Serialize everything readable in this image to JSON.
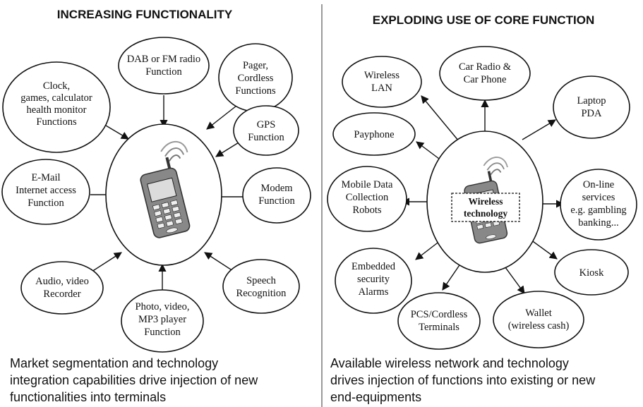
{
  "left_panel": {
    "heading": "INCREASING  FUNCTIONALITY",
    "caption": [
      "Market segmentation and technology",
      "integration capabilities drive injection of new",
      "functionalities into terminals"
    ],
    "bubbles": [
      {
        "id": "clock",
        "lines": [
          "Clock,",
          "games, calculator",
          "health monitor",
          "Functions"
        ]
      },
      {
        "id": "dab",
        "lines": [
          "DAB or FM radio",
          "Function"
        ]
      },
      {
        "id": "pager",
        "lines": [
          "Pager,",
          "Cordless",
          "Functions"
        ]
      },
      {
        "id": "gps",
        "lines": [
          "GPS",
          "Function"
        ]
      },
      {
        "id": "email",
        "lines": [
          "E-Mail",
          "Internet access",
          "Function"
        ]
      },
      {
        "id": "modem",
        "lines": [
          "Modem",
          "Function"
        ]
      },
      {
        "id": "audio",
        "lines": [
          "Audio, video",
          "Recorder"
        ]
      },
      {
        "id": "speech",
        "lines": [
          "Speech",
          "Recognition"
        ]
      },
      {
        "id": "photo",
        "lines": [
          "Photo, video,",
          "MP3 player",
          "Function"
        ]
      }
    ]
  },
  "right_panel": {
    "heading": "EXPLODING USE OF CORE FUNCTION",
    "center_label": [
      "Wireless",
      "technology"
    ],
    "caption": [
      "Available wireless network and technology",
      "drives injection of functions into existing or new",
      "end-equipments"
    ],
    "bubbles": [
      {
        "id": "lan",
        "lines": [
          "Wireless",
          "LAN"
        ]
      },
      {
        "id": "carradio",
        "lines": [
          "Car Radio &",
          "Car Phone"
        ]
      },
      {
        "id": "laptop",
        "lines": [
          "Laptop",
          "PDA"
        ]
      },
      {
        "id": "payphone",
        "lines": [
          "Payphone"
        ]
      },
      {
        "id": "mobiledata",
        "lines": [
          "Mobile Data",
          "Collection",
          "Robots"
        ]
      },
      {
        "id": "online",
        "lines": [
          "On-line",
          "services",
          "e.g. gambling",
          "banking..."
        ]
      },
      {
        "id": "kiosk",
        "lines": [
          "Kiosk"
        ]
      },
      {
        "id": "embedded",
        "lines": [
          "Embedded",
          "security",
          "Alarms"
        ]
      },
      {
        "id": "pcs",
        "lines": [
          "PCS/Cordless",
          "Terminals"
        ]
      },
      {
        "id": "wallet",
        "lines": [
          "Wallet",
          "(wireless cash)"
        ]
      }
    ]
  }
}
